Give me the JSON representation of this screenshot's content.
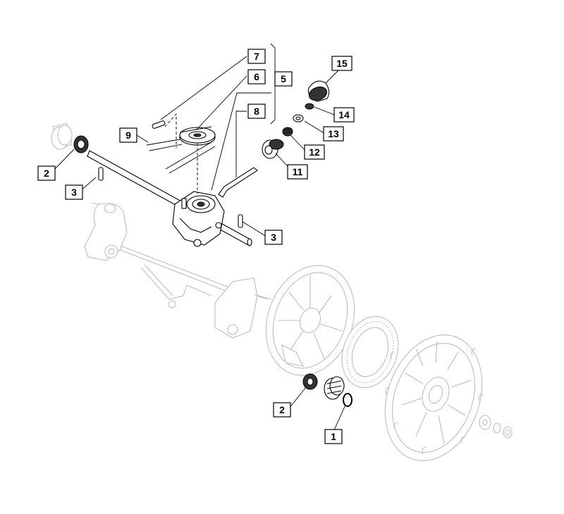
{
  "callouts": {
    "c1": "1",
    "c2a": "2",
    "c2b": "2",
    "c3a": "3",
    "c3b": "3",
    "c5": "5",
    "c6": "6",
    "c7": "7",
    "c8": "8",
    "c9": "9",
    "c11": "11",
    "c12": "12",
    "c13": "13",
    "c14": "14",
    "c15": "15"
  },
  "colors": {
    "line": "#000000",
    "background_parts": "#bdbdbd"
  }
}
